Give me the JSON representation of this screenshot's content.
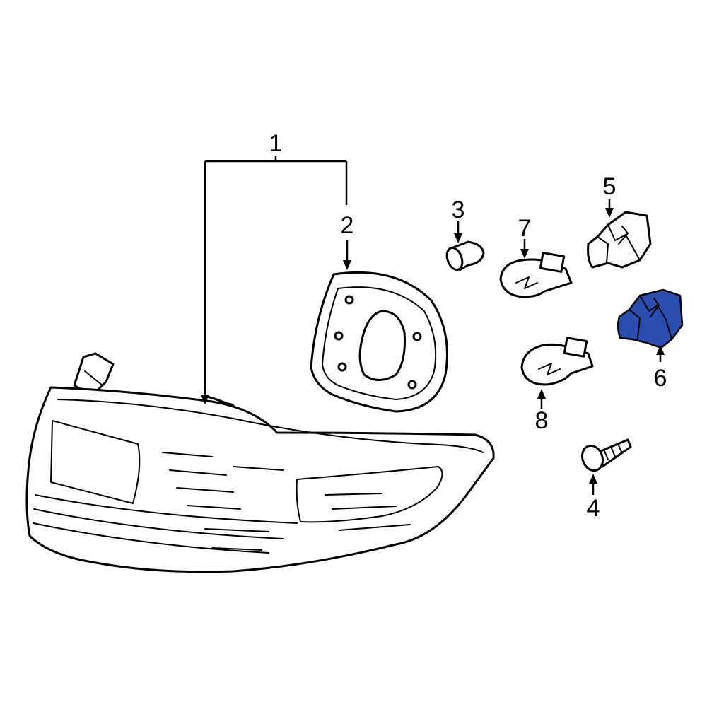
{
  "colors": {
    "highlight": "#2a4db0",
    "line": "#000000",
    "background": "#ffffff"
  },
  "callouts": [
    {
      "id": "1",
      "label": "1"
    },
    {
      "id": "2",
      "label": "2"
    },
    {
      "id": "3",
      "label": "3"
    },
    {
      "id": "4",
      "label": "4"
    },
    {
      "id": "5",
      "label": "5"
    },
    {
      "id": "6",
      "label": "6",
      "highlighted": true
    },
    {
      "id": "7",
      "label": "7"
    },
    {
      "id": "8",
      "label": "8"
    }
  ]
}
